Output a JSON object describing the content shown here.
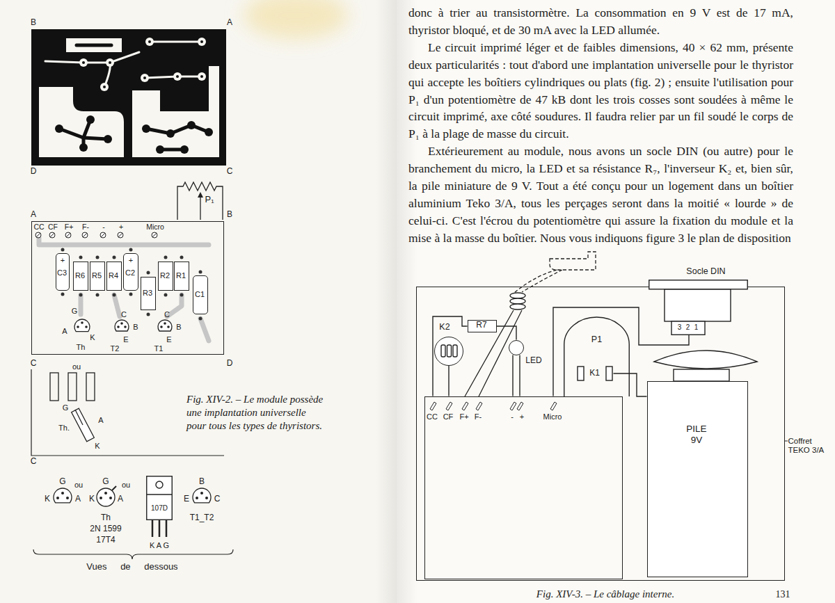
{
  "diagram": {
    "nodes": [
      {
        "text": [
          "CC",
          "CF",
          "F+",
          "F-",
          "-",
          "+",
          "Micro"
        ]
      },
      {
        "text": [
          "C3"
        ],
        "in": 0
      },
      {
        "text": [
          "R6"
        ],
        "in": 0
      },
      {
        "text": [
          "R5"
        ],
        "in": 0
      },
      {
        "text": [
          "R4"
        ],
        "in": 0
      },
      {
        "text": [
          "C2"
        ],
        "in": 0
      },
      {
        "text": [
          "R3"
        ],
        "in": 0
      },
      {
        "text": [
          "R2"
        ],
        "in": 0
      },
      {
        "text": [
          "R1"
        ],
        "in": 0
      },
      {
        "text": [
          "C1"
        ],
        "in": 0
      },
      {
        "text": [
          "107D"
        ]
      },
      {
        "text": [
          "Coffret TEKO 3/A"
        ]
      },
      {
        "text": [
          "Socle DIN",
          "3",
          "2",
          "1"
        ],
        "in": 11
      },
      {
        "text": [
          "K2"
        ],
        "in": 11
      },
      {
        "text": [
          "R7"
        ],
        "in": 11
      },
      {
        "text": [
          "LED"
        ],
        "in": 11
      },
      {
        "text": [
          "P1"
        ],
        "in": 11
      },
      {
        "text": [
          "K1"
        ],
        "in": 16
      },
      {
        "text": [
          "CC",
          "CF",
          "F+",
          "F-",
          "-",
          "+",
          "Micro"
        ],
        "in": 11
      },
      {
        "text": [
          "PILE 9V"
        ],
        "in": 11
      }
    ],
    "edges": [
      {
        "from": 18,
        "to": 14,
        "arrow": "none"
      },
      {
        "from": 18,
        "to": 13,
        "arrow": "none"
      },
      {
        "from": 14,
        "to": 15,
        "arrow": "none"
      },
      {
        "from": 15,
        "to": 18,
        "arrow": "none"
      },
      {
        "from": 15,
        "to": 18,
        "arrow": "none"
      },
      {
        "from": 18,
        "to": 12,
        "arrow": "none"
      },
      {
        "from": 17,
        "to": 19,
        "arrow": "none"
      }
    ],
    "labels": [
      "donc à trier au transistormètre. La consommation en 9 V est de 17 mA, thyristor bloqué, et de 30 mA avec la LED allumée.",
      "Le circuit imprimé léger et de faibles dimensions, 40 × 62 mm, présente deux particularités : tout d'abord une implantation universelle pour le thyristor qui accepte les boîtiers cylindriques ou plats (fig. 2) ; ensuite l'utilisation pour P₁ d'un potentiomètre de 47 kB dont les trois cosses sont soudées à même le circuit imprimé, axe côté soudures. Il faudra relier par un fil soudé le corps de P₁ à la plage de masse du circuit.",
      "Extérieurement au module, nous avons un socle DIN (ou autre) pour le branchement du micro, la LED et sa résistance R₇, l'inverseur K₂ et, bien sûr, la pile miniature de 9 V. Tout a été conçu pour un logement dans un boîtier aluminium Teko 3/A, tous les perçages seront dans la moitié « lourde » de celui-ci. C'est l'écrou du potentiomètre qui assure la fixation du module et la mise à la masse du boîtier. Nous vous indiquons figure 3 le plan de disposition",
      "B",
      "A",
      "D",
      "C",
      "P₁",
      "A",
      "B",
      "+",
      "+",
      "G",
      "A",
      "K",
      "Th",
      "C",
      "B",
      "E",
      "T2",
      "C",
      "B",
      "E",
      "T1",
      "C",
      "D",
      "ou",
      "G",
      "A",
      "Th.",
      "K",
      "C",
      "Fig. XIV-2. – Le module possède une implantation universelle pour tous les types de thyristors.",
      "G",
      "K",
      "A",
      "ou",
      "G",
      "K",
      "A",
      "ou",
      "K A G",
      "Th",
      "2N 1599",
      "17T4",
      "B",
      "E",
      "C",
      "T1_T2",
      "Vues de dessous",
      "Fig. XIV-3. – Le câblage interne.",
      "131"
    ]
  }
}
